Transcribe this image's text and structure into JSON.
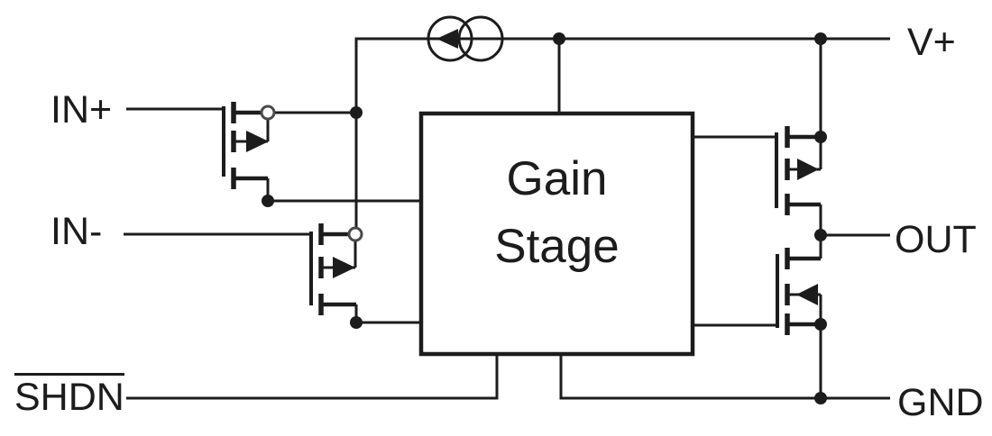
{
  "schematic": {
    "description": "simplified op-amp internal block diagram",
    "colors": {
      "background": "#ffffff",
      "line": "#1c1c1c"
    },
    "pins": {
      "in_plus": {
        "label": "IN+"
      },
      "in_minus": {
        "label": "IN-"
      },
      "shdn": {
        "label": "SHDN",
        "overline": true
      },
      "v_plus": {
        "label": "V+"
      },
      "out": {
        "label": "OUT"
      },
      "gnd": {
        "label": "GND"
      }
    },
    "gain_stage": {
      "line1": "Gain",
      "line2": "Stage"
    },
    "components": [
      {
        "name": "current-source-icon",
        "shape": "two overlapping circles with left arrow in V+ rail"
      },
      {
        "name": "pmos-in-plus-icon",
        "shape": "p-channel mosfet with bubble on drain"
      },
      {
        "name": "pmos-in-minus-icon",
        "shape": "p-channel mosfet with bubble on drain"
      },
      {
        "name": "pmos-output-icon",
        "shape": "p-channel mosfet, arrow right"
      },
      {
        "name": "nmos-output-icon",
        "shape": "n-channel mosfet, arrow left"
      }
    ]
  }
}
